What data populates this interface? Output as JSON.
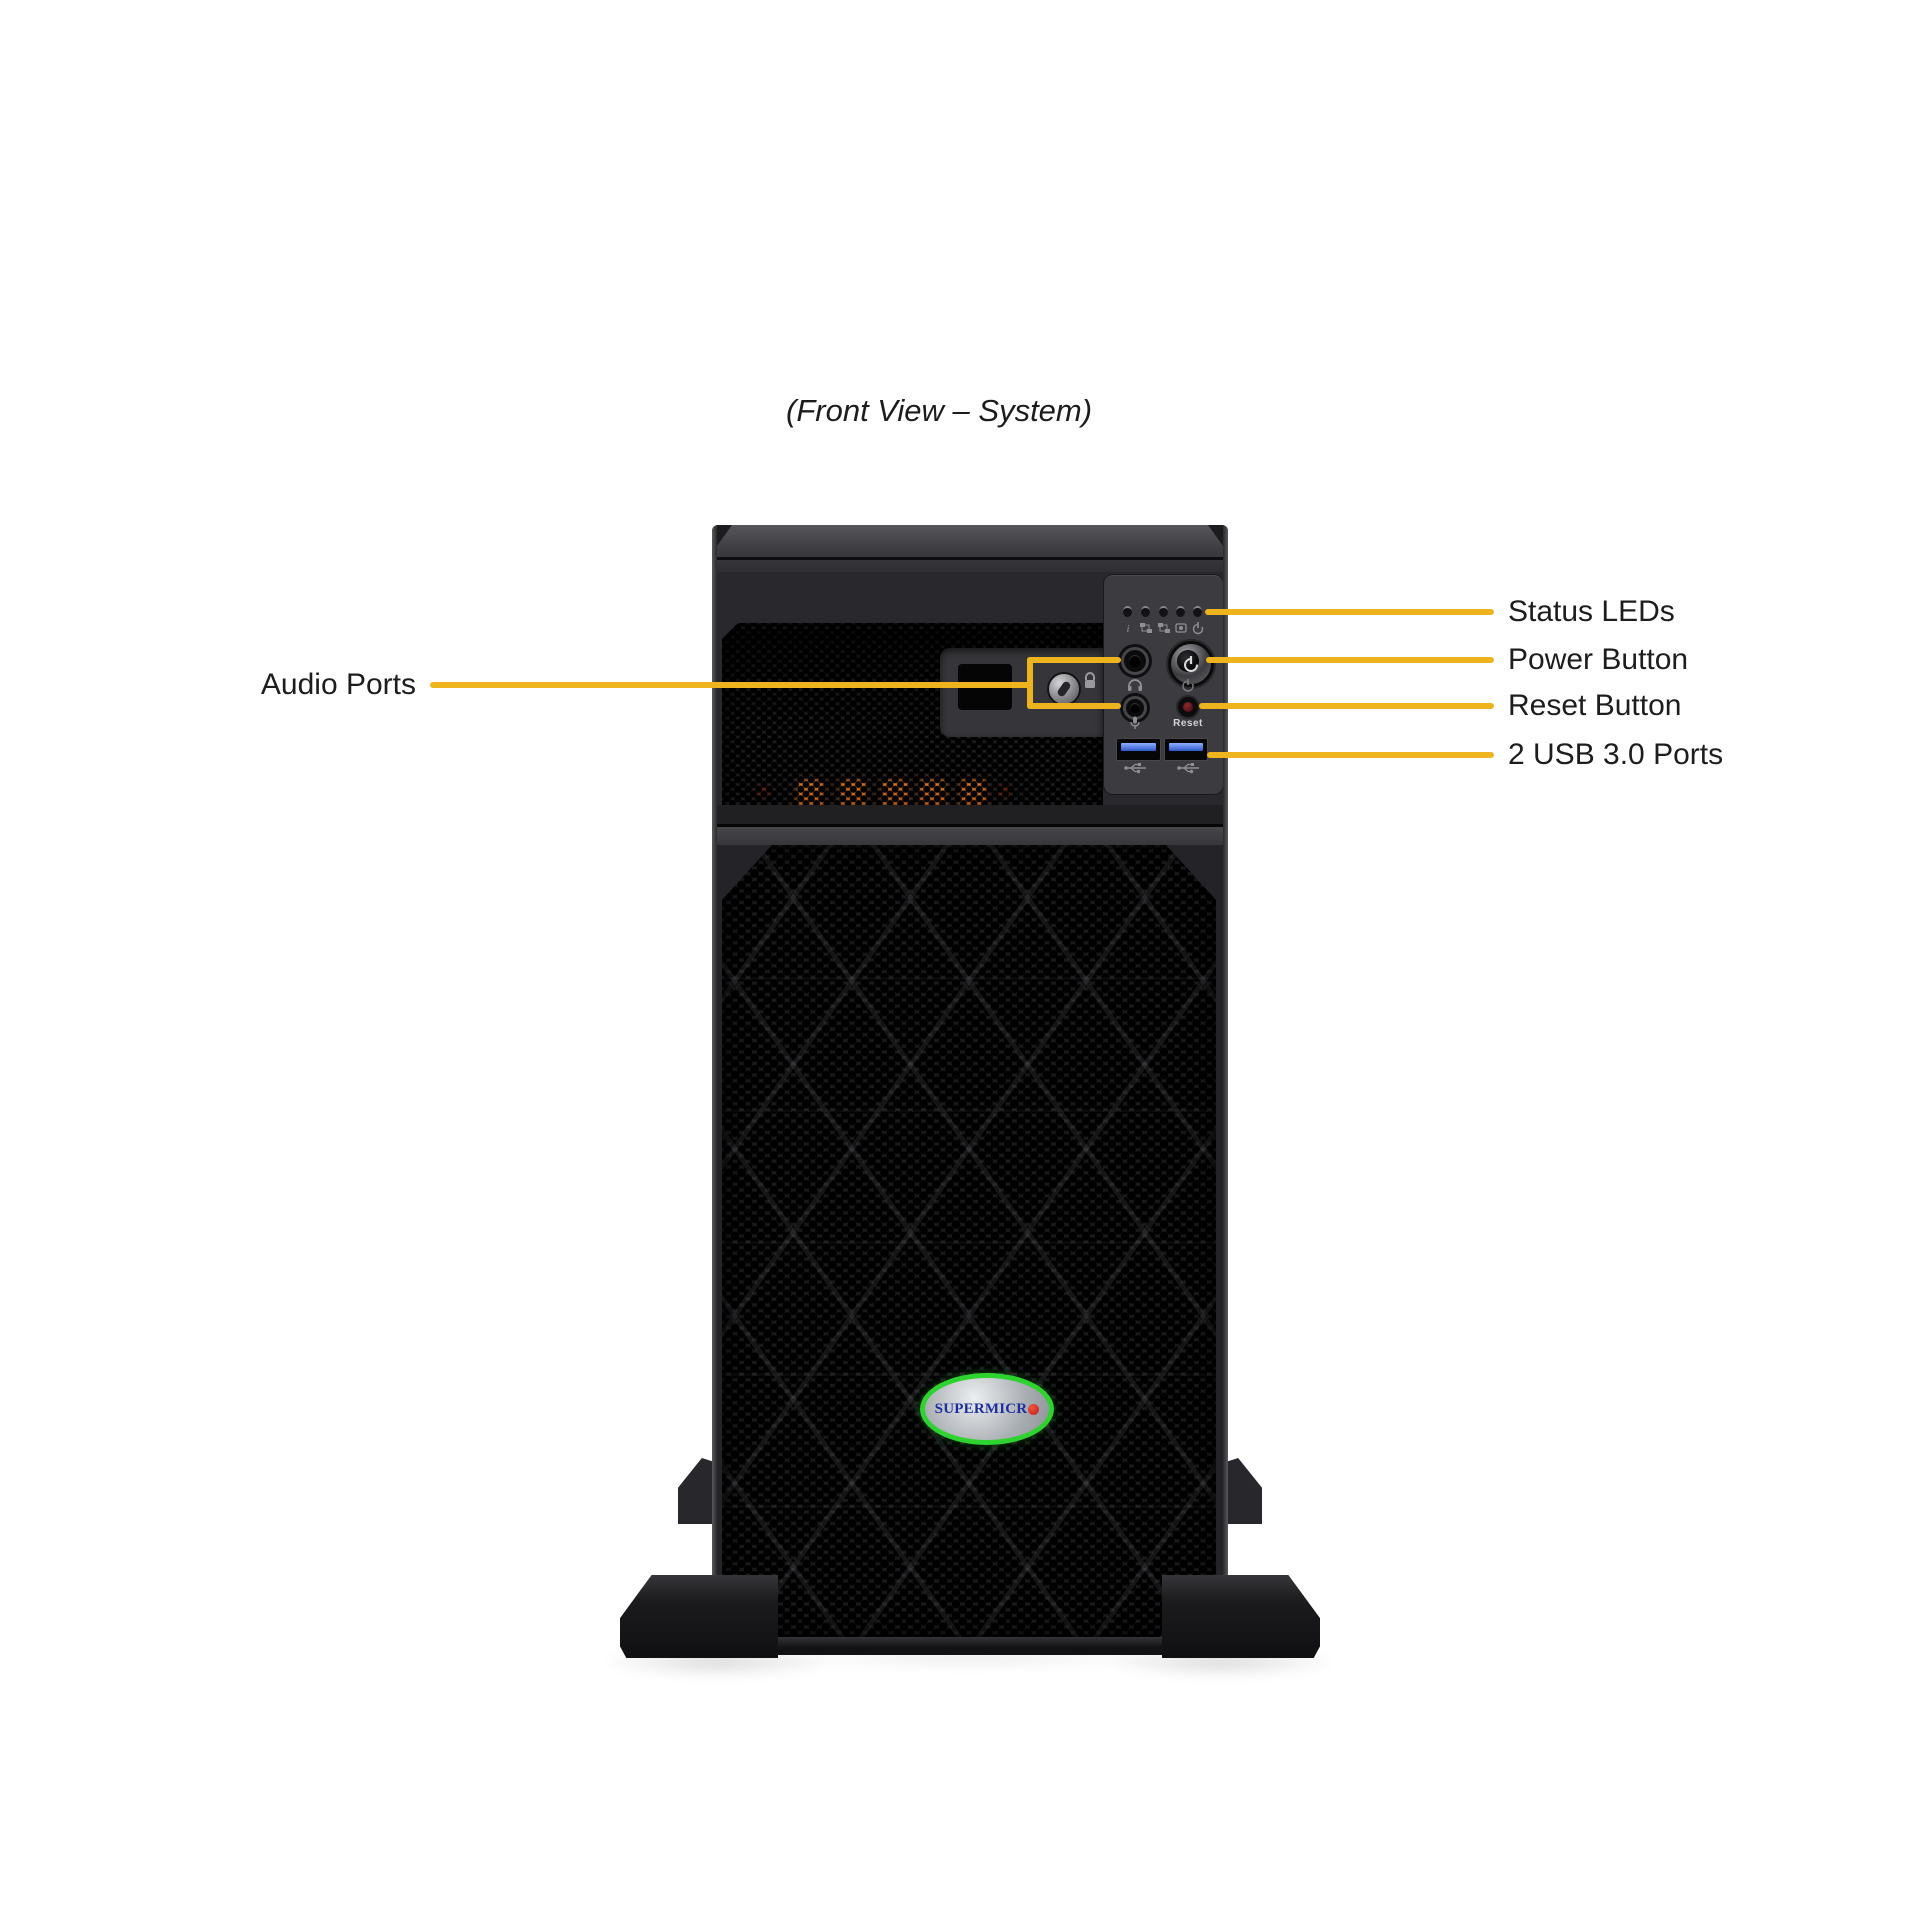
{
  "title": "(Front View – System)",
  "callouts": {
    "left": [
      {
        "id": "audio",
        "label": "Audio Ports"
      }
    ],
    "right": [
      {
        "id": "status-leds",
        "label": "Status LEDs"
      },
      {
        "id": "power-button",
        "label": "Power Button"
      },
      {
        "id": "reset-button",
        "label": "Reset Button"
      },
      {
        "id": "usb-ports",
        "label": "2 USB 3.0 Ports"
      }
    ]
  },
  "control_panel": {
    "status_leds_count": 5,
    "led_icons": [
      "info",
      "nic2",
      "nic1",
      "hdd",
      "power"
    ],
    "jacks": [
      "headphone",
      "microphone"
    ],
    "reset_label": "Reset",
    "usb_ports_count": 2
  },
  "logo": {
    "text": "SUPERMICR"
  },
  "colors": {
    "callout_yellow": "#EDB41E",
    "usb_blue": "#3b67d6",
    "logo_green": "#2fd32f",
    "logo_text_blue": "#1d2f9e",
    "logo_dot_red": "#c01d1d",
    "amber_led": "#d06a1a"
  }
}
